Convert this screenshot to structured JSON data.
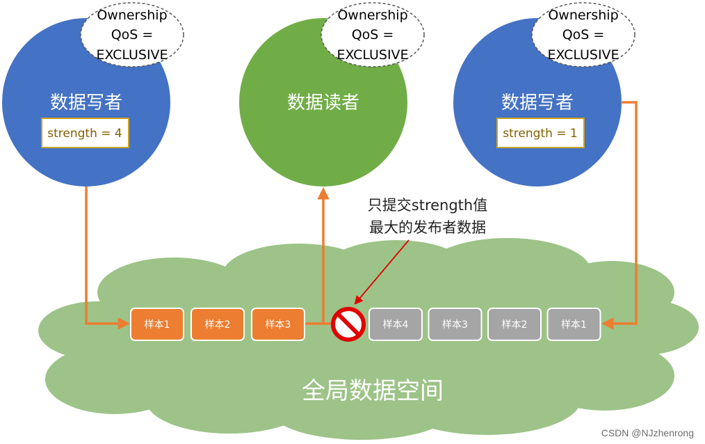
{
  "colors": {
    "writer": "#4472c4",
    "reader": "#70ad47",
    "cloud": "#9dc388",
    "arrow": "#ed7d31",
    "sample_active": "#ed7d31",
    "sample_blocked": "#a5a5a5",
    "block": "#e00000",
    "note_arrow": "#e00000",
    "strength_border": "#c9a227"
  },
  "nodes": {
    "writer_left": {
      "label": "数据写者",
      "strength": "strength = 4",
      "qos_line1": "Ownership",
      "qos_line2": "QoS =",
      "qos_line3": "EXCLUSIVE"
    },
    "reader": {
      "label": "数据读者",
      "qos_line1": "Ownership",
      "qos_line2": "QoS =",
      "qos_line3": "EXCLUSIVE"
    },
    "writer_right": {
      "label": "数据写者",
      "strength": "strength = 1",
      "qos_line1": "Ownership",
      "qos_line2": "QoS =",
      "qos_line3": "EXCLUSIVE"
    }
  },
  "global_space": {
    "label": "全局数据空间"
  },
  "samples_active": [
    "样本1",
    "样本2",
    "样本3"
  ],
  "samples_blocked": [
    "样本4",
    "样本3",
    "样本2",
    "样本1"
  ],
  "note": {
    "line1": "只提交strength值",
    "line2": "最大的发布者数据"
  },
  "watermark": "CSDN @NJzhenrong",
  "icons": {
    "block": "prohibited-icon"
  }
}
